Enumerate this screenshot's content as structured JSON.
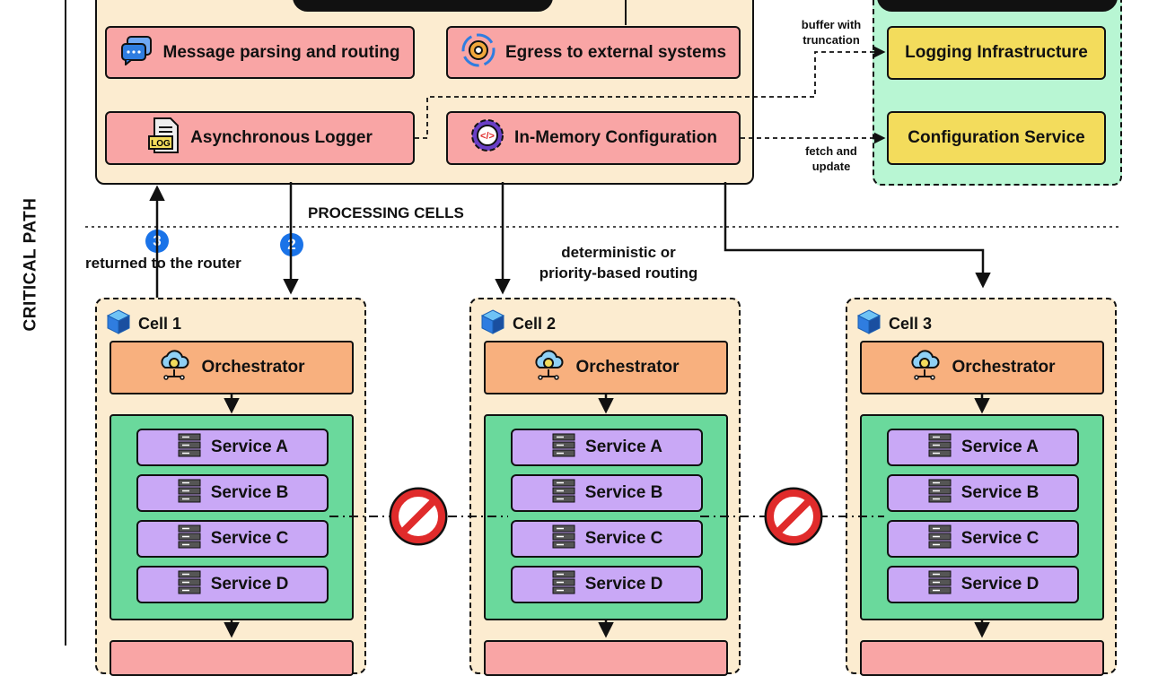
{
  "side_label": "CRITICAL PATH",
  "router": {
    "components": [
      {
        "label": "Message parsing and routing",
        "icon": "chat-bubbles-icon"
      },
      {
        "label": "Egress to external systems",
        "icon": "gear-cycle-icon"
      },
      {
        "label": "Asynchronous Logger",
        "icon": "log-file-icon"
      },
      {
        "label": "In-Memory Configuration",
        "icon": "code-gear-icon"
      }
    ]
  },
  "observability": {
    "logging": "Logging Infrastructure",
    "config": "Configuration Service"
  },
  "labels": {
    "buffer": "buffer with\ntruncation",
    "fetch": "fetch and\nupdate",
    "processing_cells": "PROCESSING CELLS",
    "routing": "deterministic or\npriority-based routing",
    "returned": "returned to the router",
    "step2": "2",
    "step3": "3"
  },
  "cells": [
    {
      "title": "Cell 1",
      "orchestrator": "Orchestrator",
      "services": [
        "Service A",
        "Service B",
        "Service C",
        "Service D"
      ]
    },
    {
      "title": "Cell 2",
      "orchestrator": "Orchestrator",
      "services": [
        "Service A",
        "Service B",
        "Service C",
        "Service D"
      ]
    },
    {
      "title": "Cell 3",
      "orchestrator": "Orchestrator",
      "services": [
        "Service A",
        "Service B",
        "Service C",
        "Service D"
      ]
    }
  ],
  "colors": {
    "router_bg": "#fcecd0",
    "component_pink": "#f9a5a5",
    "observability_bg": "#b8f6d3",
    "yellow": "#f3dc5c",
    "orchestrator": "#f8b07e",
    "services_area": "#6ad99c",
    "service": "#c9a8f6",
    "badge_blue": "#1a73e8",
    "no_entry_red": "#e02b2b"
  }
}
